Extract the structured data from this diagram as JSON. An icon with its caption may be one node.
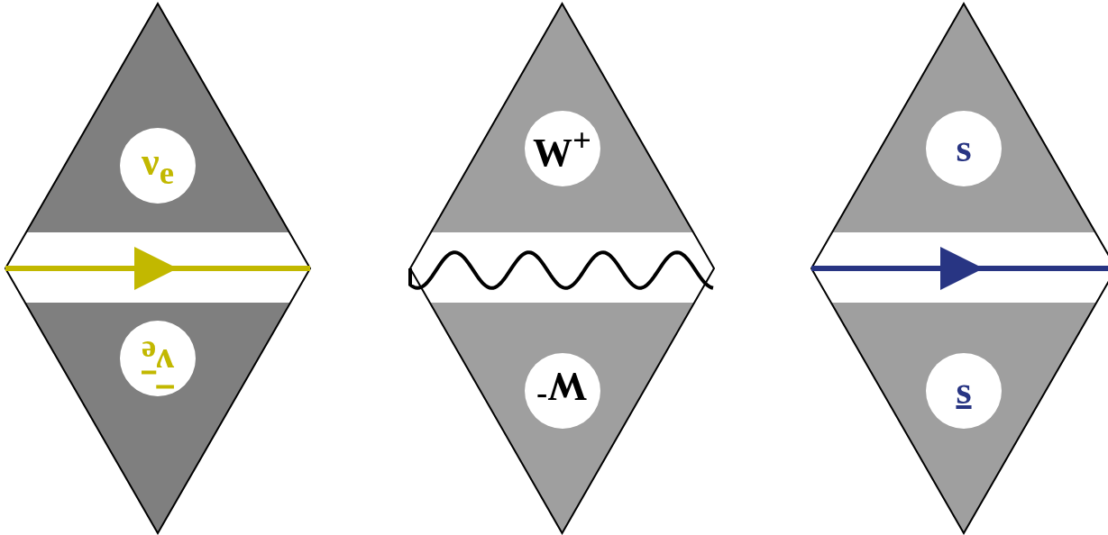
{
  "diagram": {
    "nodes": [
      {
        "text": [],
        "shape": "diamond"
      },
      {
        "text": [
          "ν$_{e}$"
        ],
        "in": 0
      },
      {
        "text": [
          "ν$_{e}$"
        ],
        "in": 0
      },
      {
        "text": [],
        "shape": "diamond"
      },
      {
        "text": [
          "W$^{+}$"
        ],
        "in": 3
      },
      {
        "text": [
          "W$^{-}$"
        ],
        "in": 3
      },
      {
        "text": [],
        "shape": "diamond"
      },
      {
        "text": [
          "s"
        ],
        "in": 6
      },
      {
        "text": [
          "s"
        ],
        "in": 6
      }
    ]
  }
}
